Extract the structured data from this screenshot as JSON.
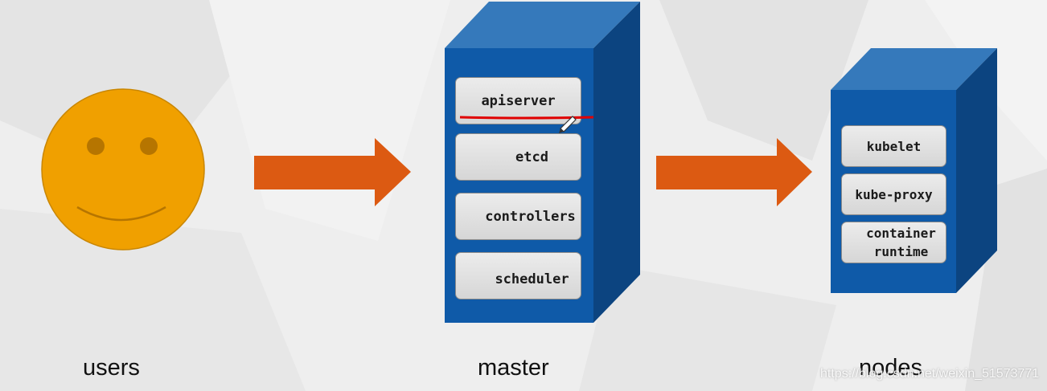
{
  "diagram": {
    "master_components": [
      "apiserver",
      "etcd",
      "controllers",
      "scheduler"
    ],
    "node_components": [
      "kubelet",
      "kube-proxy",
      "container runtime"
    ],
    "labels": {
      "users": "users",
      "master": "master",
      "nodes": "nodes"
    },
    "watermark": "https://blog.csdn.net/weixin_51573771"
  },
  "colors": {
    "server_front": "#0f5aa8",
    "server_side": "#0c4480",
    "server_top": "#3579bb",
    "arrow": "#dc5a12",
    "face": "#f0a000",
    "annotation_line": "#e00000"
  },
  "icons": [
    "smiley-face-icon",
    "arrow-right-icon",
    "server-tower-icon",
    "pen-cursor-icon"
  ]
}
